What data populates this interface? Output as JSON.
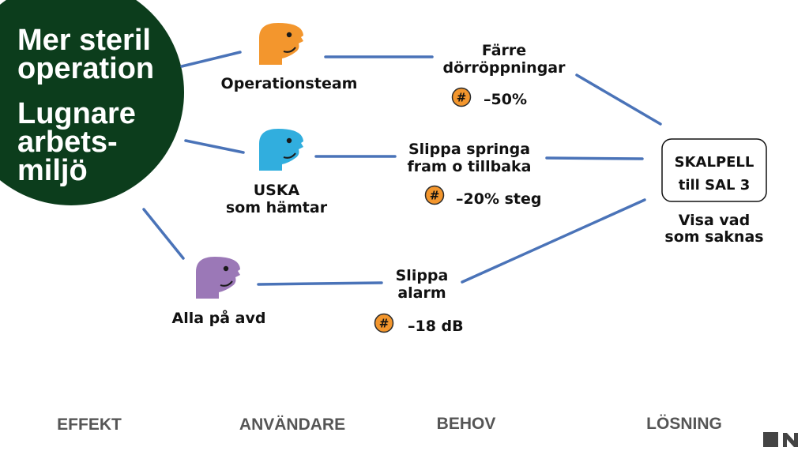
{
  "effects": {
    "line1": "Mer steril",
    "line2": "operation",
    "line3": "Lugnare",
    "line4": "arbets-",
    "line5": "miljö"
  },
  "users": [
    {
      "label": "Operationsteam",
      "color": "#f3962d"
    },
    {
      "label_line1": "USKA",
      "label_line2": "som hämtar",
      "color": "#31aede"
    },
    {
      "label": "Alla på avd",
      "color": "#9b78b7"
    }
  ],
  "needs": [
    {
      "line1": "Färre",
      "line2": "dörröppningar",
      "metric": "–50%"
    },
    {
      "line1": "Slippa springa",
      "line2": "fram o tillbaka",
      "metric": "–20% steg"
    },
    {
      "line1": "Slippa",
      "line2": "alarm",
      "metric": "–18 dB"
    }
  ],
  "badge_symbol": "#",
  "badge_color": "#f3962d",
  "solution": {
    "line1": "SKALPELL",
    "line2": "till SAL 3",
    "caption_line1": "Visa vad",
    "caption_line2": "som saknas"
  },
  "columns": {
    "effect": "EFFEKT",
    "user": "ANVÄNDARE",
    "need": "BEHOV",
    "solution": "LÖSNING"
  },
  "colors": {
    "effect_circle": "#0c3d1c",
    "link": "#4a73b8",
    "logo": "#444444"
  }
}
